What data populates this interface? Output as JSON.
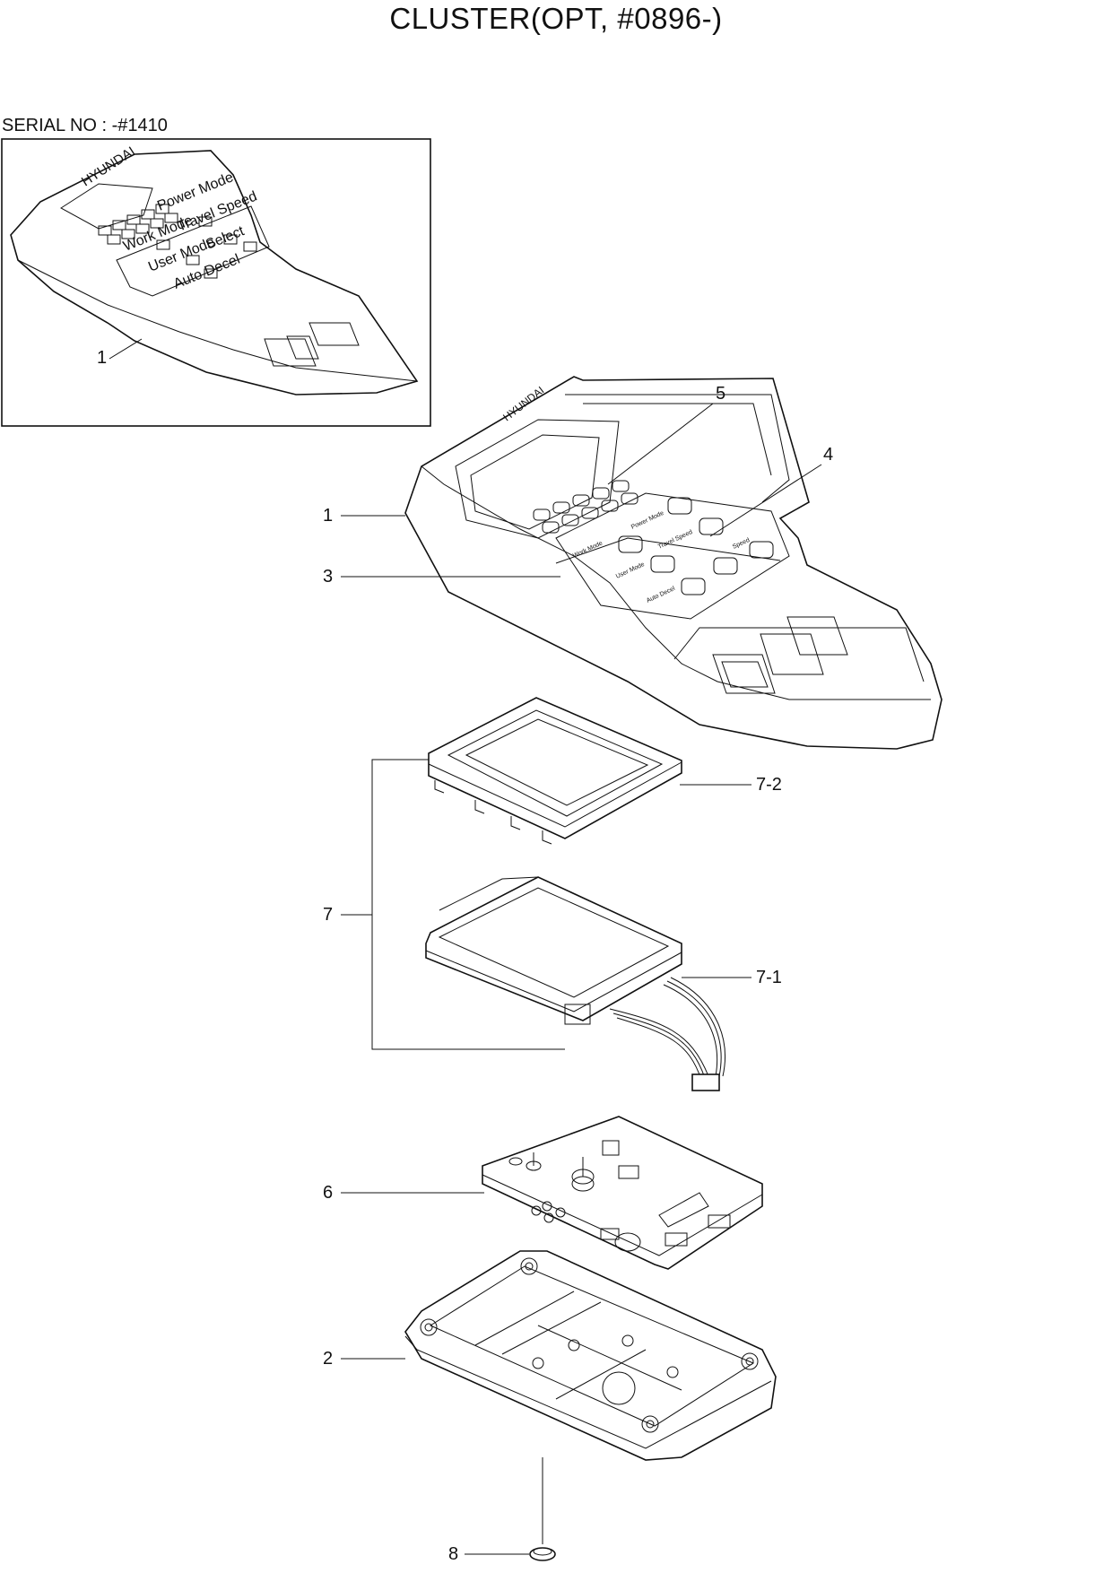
{
  "title": "CLUSTER(OPT, #0896-)",
  "serial": "SERIAL NO : -#1410",
  "inset": {
    "brand": "HYUNDAI",
    "buttons": [
      "Power Mode",
      "Travel Speed",
      "Work Mode",
      "User Mode",
      "Select",
      "Auto Decel"
    ]
  },
  "main": {
    "brand": "HYUNDAI",
    "buttons": [
      "Power Mode",
      "Travel Speed",
      "Work Mode",
      "User Mode",
      "Speed",
      "Auto Decel"
    ]
  },
  "callouts": {
    "inset_1": "1",
    "c1": "1",
    "c2": "2",
    "c3": "3",
    "c4": "4",
    "c5": "5",
    "c6": "6",
    "c7": "7",
    "c7_1": "7-1",
    "c7_2": "7-2",
    "c8": "8"
  }
}
